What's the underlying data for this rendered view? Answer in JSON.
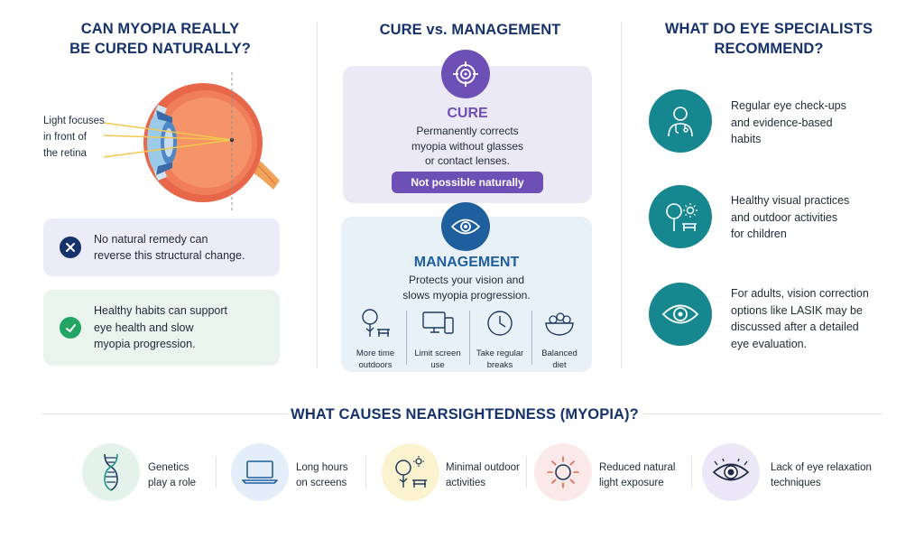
{
  "left": {
    "heading_line1": "CAN MYOPIA REALLY",
    "heading_line2": "BE CURED NATURALLY?",
    "eye_label_lines": [
      "Light focuses",
      "in front of",
      "the retina"
    ],
    "negative_line1": "No natural remedy can",
    "negative_line2": "reverse this structural change.",
    "positive_lines": [
      "Healthy habits can support",
      "eye health and slow",
      "myopia progression."
    ]
  },
  "middle": {
    "heading": "CURE vs. MANAGEMENT",
    "cure": {
      "title": "CURE",
      "desc_lines": [
        "Permanently corrects",
        "myopia without glasses",
        "or contact lenses."
      ],
      "pill": "Not possible naturally",
      "icon": "target-icon"
    },
    "management": {
      "title": "MANAGEMENT",
      "desc_lines": [
        "Protects your vision and",
        "slows myopia progression."
      ],
      "icon": "eye-icon",
      "habits": [
        {
          "line1": "More time",
          "line2": "outdoors",
          "icon": "tree-bench-icon"
        },
        {
          "line1": "Limit screen",
          "line2": "use",
          "icon": "devices-icon"
        },
        {
          "line1": "Take regular",
          "line2": "breaks",
          "icon": "clock-icon"
        },
        {
          "line1": "Balanced",
          "line2": "diet",
          "icon": "salad-bowl-icon"
        }
      ]
    }
  },
  "right": {
    "heading_line1": "WHAT DO EYE SPECIALISTS",
    "heading_line2": "RECOMMEND?",
    "items": [
      {
        "lines": [
          "Regular eye check-ups",
          "and evidence-based",
          "habits"
        ],
        "icon": "doctor-icon"
      },
      {
        "lines": [
          "Healthy visual practices",
          "and outdoor activities",
          "for children"
        ],
        "icon": "park-icon"
      },
      {
        "lines": [
          "For adults, vision correction",
          "options like LASIK may be",
          "discussed after a detailed",
          "eye evaluation."
        ],
        "icon": "eye-icon"
      }
    ]
  },
  "bottom": {
    "heading": "WHAT CAUSES NEARSIGHTEDNESS (MYOPIA)?",
    "causes": [
      {
        "line1": "Genetics",
        "line2": "play a role",
        "icon": "dna-icon"
      },
      {
        "line1": "Long hours",
        "line2": "on screens",
        "icon": "laptop-icon"
      },
      {
        "line1": "Minimal outdoor",
        "line2": "activities",
        "icon": "tree-bench-icon"
      },
      {
        "line1": "Reduced natural",
        "line2": "light exposure",
        "icon": "sun-icon"
      },
      {
        "line1": "Lack of eye relaxation",
        "line2": "techniques",
        "icon": "eye-icon"
      }
    ]
  },
  "colors": {
    "navy": "#16326b",
    "purple": "#6e4fb5",
    "teal": "#17878f",
    "management_blue": "#1f5f9e"
  }
}
